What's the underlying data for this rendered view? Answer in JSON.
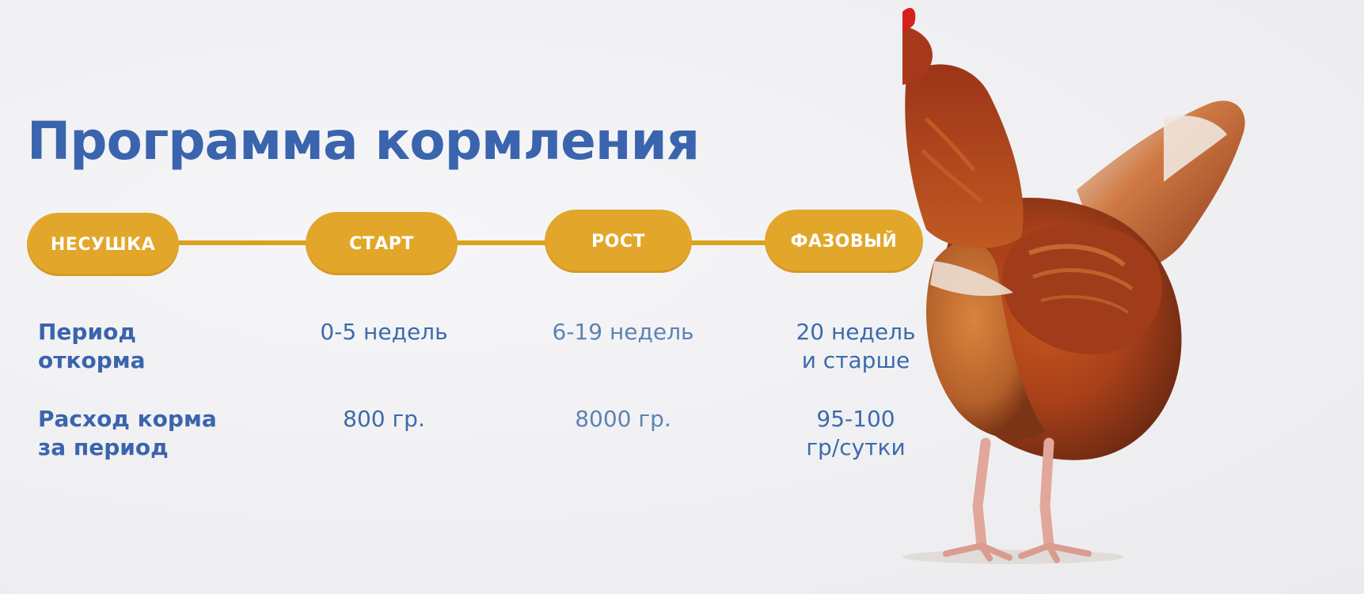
{
  "title": "Программа кормления",
  "stages": [
    {
      "label": "НЕСУШКА"
    },
    {
      "label": "СТАРТ"
    },
    {
      "label": "РОСТ"
    },
    {
      "label": "ФАЗОВЫЙ"
    }
  ],
  "rows": {
    "period": {
      "label_line1": "Период",
      "label_line2": "откорма",
      "start": "0-5 недель",
      "growth": "6-19 недель",
      "phase_line1": "20 недель",
      "phase_line2": "и старше"
    },
    "consumption": {
      "label_line1": "Расход корма",
      "label_line2": "за период",
      "start": "800 гр.",
      "growth": "8000 гр.",
      "phase_line1": "95-100",
      "phase_line2": "гр/сутки"
    }
  },
  "colors": {
    "title_blue": "#3a64ad",
    "pill_gold": "#e2a72a",
    "hen_red": "#b23c1a"
  },
  "icons": {
    "hen": "hen-illustration"
  }
}
